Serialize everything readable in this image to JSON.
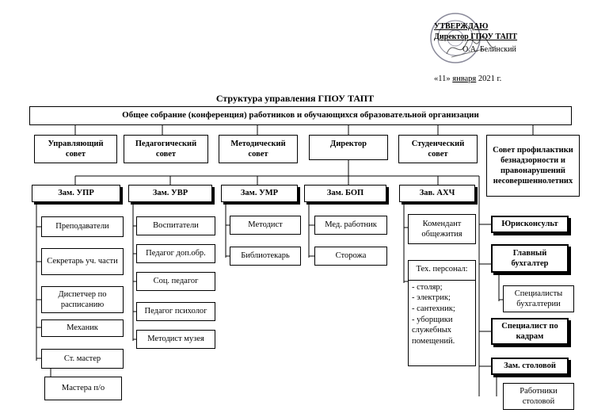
{
  "approval": {
    "line1": "УТВЕРЖДАЮ",
    "line2": "Директор ГПОУ ТАПТ",
    "signer": "О.А. Белинский",
    "date_day": "«11»",
    "date_month": "января",
    "date_year": "2021 г."
  },
  "title": "Структура управления ГПОУ ТАПТ",
  "assembly": "Общее собрание (конференция) работников и обучающихся образовательной организации",
  "councils": {
    "governing": "Управляющий совет",
    "pedagogical": "Педагогический совет",
    "methodical": "Методический совет",
    "director": "Директор",
    "student": "Студенческий совет",
    "prevention": "Совет профилактики безнадзорности и правонарушений несовершеннолетних"
  },
  "deputies": {
    "upr": "Зам. УПР",
    "uvr": "Зам. УВР",
    "umr": "Зам. УМР",
    "bop": "Зам. БОП",
    "ahch": "Зав. АХЧ"
  },
  "upr_staff": [
    "Преподаватели",
    "Секретарь уч. части",
    "Диспетчер по расписанию",
    "Механик",
    "Ст. мастер"
  ],
  "upr_sub": "Мастера п/о",
  "uvr_staff": [
    "Воспитатели",
    "Педагог доп.обр.",
    "Соц. педагог",
    "Педагог психолог",
    "Методист музея"
  ],
  "umr_staff": [
    "Методист",
    "Библиотекарь"
  ],
  "bop_staff": [
    "Мед. работник",
    "Сторожа"
  ],
  "ahch_staff": {
    "commandant": "Комендант общежития",
    "tech_header": "Тех. персонал:",
    "tech_items": [
      "- столяр;",
      "- электрик;",
      "- сантехник;",
      "- уборщики служебных помещений."
    ]
  },
  "right_column": {
    "lawyer": "Юрисконсульт",
    "accountant": "Главный бухгалтер",
    "accountant_staff": "Специалисты бухгалтерии",
    "hr": "Специалист по кадрам",
    "canteen": "Зам. столовой",
    "canteen_staff": "Работники столовой"
  }
}
